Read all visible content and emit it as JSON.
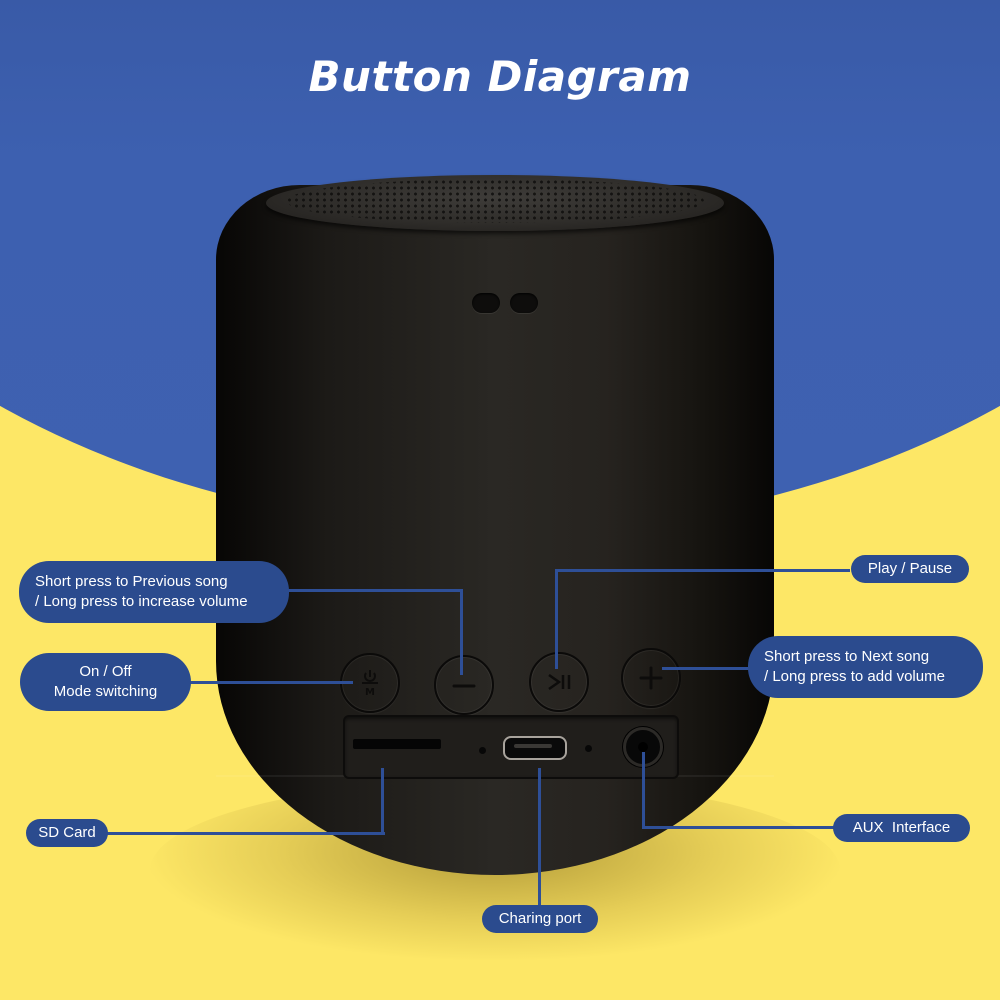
{
  "title": "Button Diagram",
  "colors": {
    "background_top_blue": "#2d4c8f",
    "background_bottom_yellow": "#fde766",
    "label_fill": "#2b4b8e",
    "leader_line": "#2e4f97",
    "label_text": "#ffffff",
    "speaker_body": "#1f1d1a"
  },
  "product": {
    "name": "Bluetooth speaker",
    "buttons": [
      {
        "id": "power-mode",
        "icon": "power-m-icon"
      },
      {
        "id": "minus",
        "icon": "minus-icon"
      },
      {
        "id": "play-pause",
        "icon": "play-pause-icon"
      },
      {
        "id": "plus",
        "icon": "plus-icon"
      }
    ],
    "ports": [
      {
        "id": "sd-card",
        "icon": "sd-slot"
      },
      {
        "id": "micro-usb",
        "icon": "usb-port"
      },
      {
        "id": "aux",
        "icon": "audio-jack"
      }
    ]
  },
  "callouts": {
    "previous": {
      "line1": "Short press to Previous song",
      "line2": "/ Long press to increase volume"
    },
    "power": {
      "line1": "On / Off",
      "line2": "Mode switching"
    },
    "play_pause": {
      "text": "Play / Pause"
    },
    "next": {
      "line1": "Short press to Next song",
      "line2": "/ Long press to add volume"
    },
    "sd_card": {
      "text": "SD Card"
    },
    "aux": {
      "text": "AUX  Interface"
    },
    "charging": {
      "text": "Charing port"
    }
  }
}
